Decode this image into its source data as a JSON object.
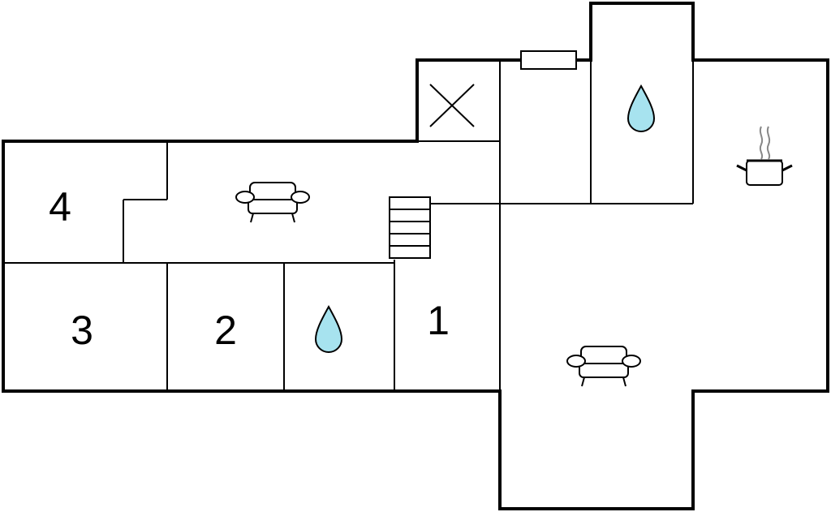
{
  "rooms": {
    "bedroom_1": {
      "label": "1"
    },
    "bedroom_2": {
      "label": "2"
    },
    "bedroom_3": {
      "label": "3"
    },
    "bedroom_4": {
      "label": "4"
    }
  },
  "colors": {
    "wall": "#000000",
    "water_drop": "#a7e3ef",
    "background": "#ffffff",
    "steam": "#888888"
  },
  "icons": {
    "bathroom_lower": "water-drop-icon",
    "bathroom_upper": "water-drop-icon",
    "living_left": "sofa-icon",
    "living_right": "sofa-icon",
    "kitchen": "cooking-pot-icon",
    "stairs": "stairs-icon",
    "void": "cross-icon",
    "radiator": "heater-icon"
  }
}
